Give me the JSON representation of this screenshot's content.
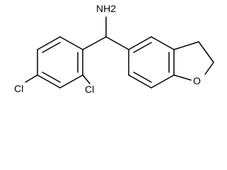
{
  "molecule": {
    "labels": {
      "amine": "NH2",
      "chloro_para": "Cl",
      "chloro_ortho": "Cl",
      "ring_oxygen": "O"
    },
    "colors": {
      "bond": "#000000",
      "label": "#000000",
      "background": "#ffffff"
    }
  }
}
